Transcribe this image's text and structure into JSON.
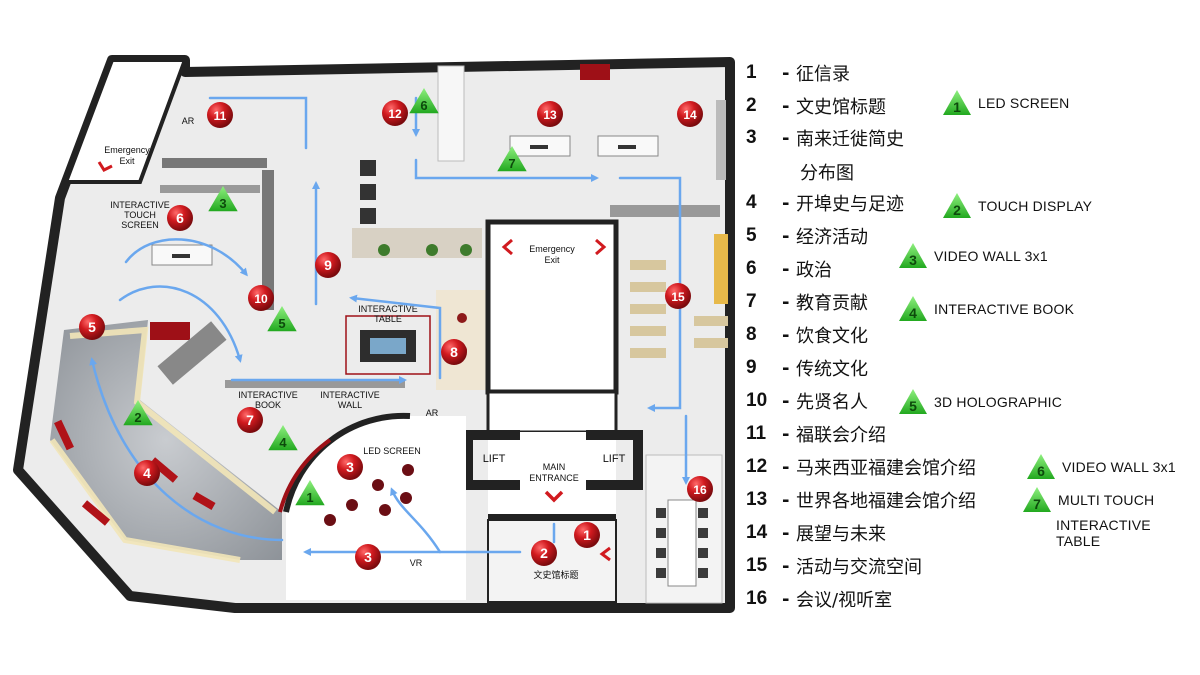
{
  "plan": {
    "labels": {
      "emergency_exit_top": "Emergency\nExit",
      "emergency_exit_center": "Emergency\nExit",
      "interactive_touch_screen": "INTERACTIVE\nTOUCH\nSCREEN",
      "interactive_table": "INTERACTIVE\nTABLE",
      "interactive_book": "INTERACTIVE\nBOOK",
      "interactive_wall": "INTERACTIVE\nWALL",
      "led_screen": "LED SCREEN",
      "ar_top": "AR",
      "ar_mid": "AR",
      "vr": "VR",
      "lift_left": "LIFT",
      "lift_right": "LIFT",
      "main_entrance": "MAIN\nENTRANCE",
      "title_sign": "文史馆标题"
    },
    "red_markers": [
      "1",
      "2",
      "3",
      "3",
      "4",
      "5",
      "6",
      "7",
      "8",
      "9",
      "10",
      "11",
      "12",
      "13",
      "14",
      "15",
      "16"
    ],
    "green_markers": [
      "1",
      "2",
      "3",
      "4",
      "5",
      "6",
      "7"
    ]
  },
  "legend": {
    "zones": [
      {
        "num": "1",
        "name": "征信录"
      },
      {
        "num": "2",
        "name": "文史馆标题"
      },
      {
        "num": "3",
        "name": "南来迁徙简史",
        "cont": "分布图"
      },
      {
        "num": "4",
        "name": "开埠史与足迹"
      },
      {
        "num": "5",
        "name": "经济活动"
      },
      {
        "num": "6",
        "name": "政治"
      },
      {
        "num": "7",
        "name": "教育贡献"
      },
      {
        "num": "8",
        "name": "饮食文化"
      },
      {
        "num": "9",
        "name": "传统文化"
      },
      {
        "num": "10",
        "name": "先贤名人"
      },
      {
        "num": "11",
        "name": "福联会介绍"
      },
      {
        "num": "12",
        "name": "马来西亚福建会馆介绍"
      },
      {
        "num": "13",
        "name": "世界各地福建会馆介绍"
      },
      {
        "num": "14",
        "name": "展望与未来"
      },
      {
        "num": "15",
        "name": "活动与交流空间"
      },
      {
        "num": "16",
        "name": "会议/视听室"
      }
    ],
    "devices": [
      {
        "num": "1",
        "label": "LED SCREEN"
      },
      {
        "num": "2",
        "label": "TOUCH DISPLAY"
      },
      {
        "num": "3",
        "label": "VIDEO WALL 3x1"
      },
      {
        "num": "4",
        "label": "INTERACTIVE BOOK"
      },
      {
        "num": "5",
        "label": "3D HOLOGRAPHIC"
      },
      {
        "num": "6",
        "label": "VIDEO WALL 3x1"
      },
      {
        "num": "7",
        "label": "MULTI TOUCH",
        "label2": "INTERACTIVE TABLE"
      }
    ],
    "dash": "-"
  },
  "colors": {
    "red_marker": "#c8161d",
    "green_marker": "#39c536",
    "route_arrow": "#6aa7ee",
    "wall": "#2b2b2b",
    "floor": "#ececec"
  }
}
